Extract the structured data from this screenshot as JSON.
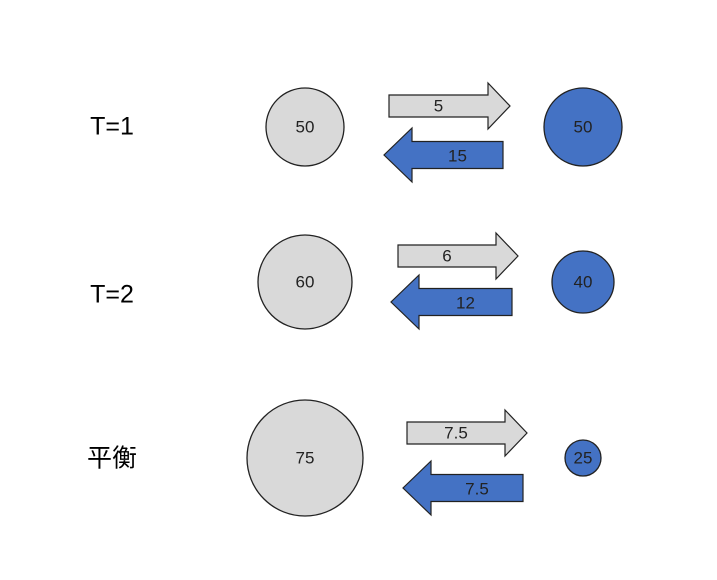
{
  "colors": {
    "gray_fill": "#d9d9d9",
    "blue_fill": "#4472c4",
    "stroke": "#222222"
  },
  "rows": [
    {
      "label": "T=1",
      "left_value": "50",
      "right_value": "50",
      "forward_flow": "5",
      "backward_flow": "15",
      "left_amount": 50,
      "right_amount": 50
    },
    {
      "label": "T=2",
      "left_value": "60",
      "right_value": "40",
      "forward_flow": "6",
      "backward_flow": "12",
      "left_amount": 60,
      "right_amount": 40
    },
    {
      "label": "平衡",
      "left_value": "75",
      "right_value": "25",
      "forward_flow": "7.5",
      "backward_flow": "7.5",
      "left_amount": 75,
      "right_amount": 25
    }
  ]
}
